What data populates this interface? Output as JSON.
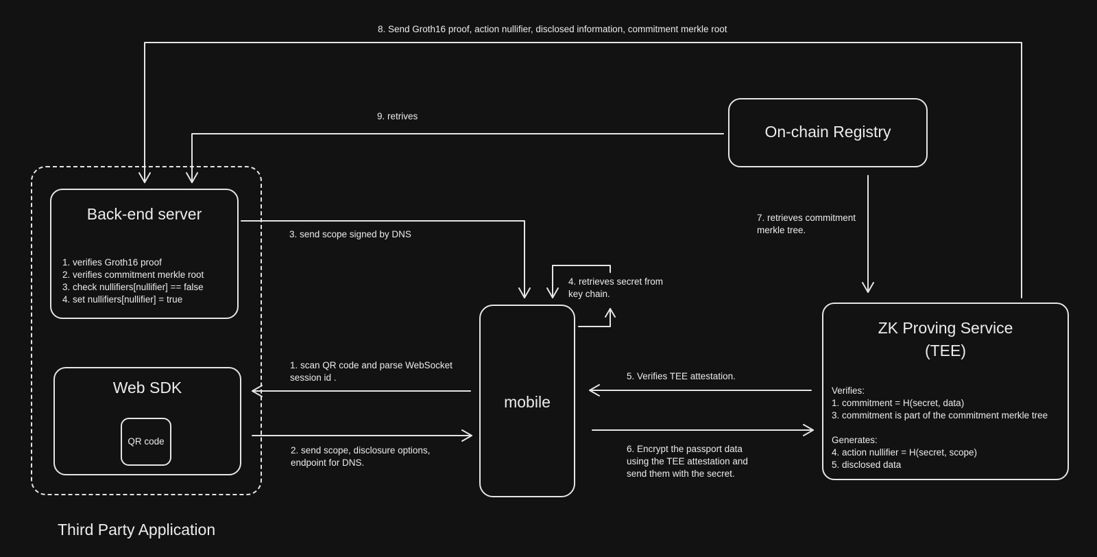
{
  "group_label": "Third Party Application",
  "nodes": {
    "backend": {
      "title": "Back-end server",
      "steps": [
        "1. verifies Groth16 proof",
        "2. verifies commitment merkle root",
        "3. check nullifiers[nullifier] == false",
        "4. set nullifiers[nullifier] = true"
      ]
    },
    "web_sdk": {
      "title": "Web SDK",
      "qr": "QR code"
    },
    "mobile": {
      "title": "mobile"
    },
    "registry": {
      "title": "On-chain Registry"
    },
    "zk": {
      "title_line1": "ZK Proving Service",
      "title_line2": "(TEE)",
      "verifies_header": "Verifies:",
      "verifies": [
        "1. commitment = H(secret, data)",
        "3. commitment is part of the commitment merkle tree"
      ],
      "generates_header": "Generates:",
      "generates": [
        "4. action nullifier = H(secret, scope)",
        "5. disclosed data"
      ]
    }
  },
  "edges": {
    "e1": [
      "1. scan QR code and parse WebSocket",
      "session id ."
    ],
    "e2": [
      "2. send scope, disclosure options,",
      "endpoint for DNS."
    ],
    "e3": [
      "3. send scope signed by DNS"
    ],
    "e4": [
      "4. retrieves secret from",
      "key chain."
    ],
    "e5": [
      "5. Verifies TEE attestation."
    ],
    "e6": [
      "6. Encrypt the passport data",
      "using the TEE attestation and",
      "send them with the secret."
    ],
    "e7": [
      "7. retrieves commitment",
      "merkle tree."
    ],
    "e8": [
      "8. Send Groth16 proof, action nullifier, disclosed information, commitment merkle root"
    ],
    "e9": [
      "9. retrives"
    ]
  },
  "colors": {
    "background": "#121212",
    "stroke": "#e6e6e6",
    "text": "#ececec"
  }
}
